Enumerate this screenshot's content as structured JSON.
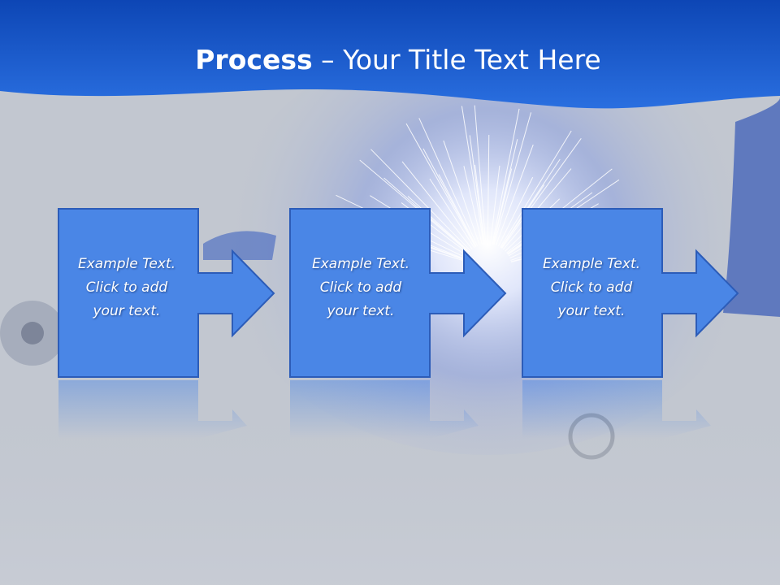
{
  "title": {
    "bold": "Process",
    "rest": " – Your Title Text Here"
  },
  "steps": [
    {
      "lines": [
        "Example Text.",
        "Click  to add",
        "your text."
      ]
    },
    {
      "lines": [
        "Example Text.",
        "Click  to add",
        "your text."
      ]
    },
    {
      "lines": [
        "Example Text.",
        "Click  to add",
        "your text."
      ]
    }
  ],
  "colors": {
    "header": "#1a56c4",
    "box": "#4a86e6",
    "box_border": "#2c5cb8",
    "background": "#c2c7d0"
  }
}
